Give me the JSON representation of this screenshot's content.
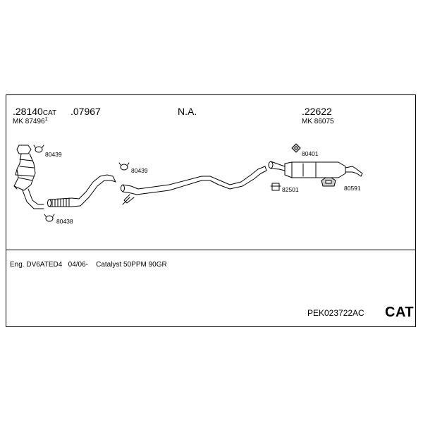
{
  "header": {
    "groups": [
      {
        "part": ".28140",
        "suffix": "CAT",
        "mk": "MK 87496",
        "mk_sup": "1"
      },
      {
        "part": ".07967"
      },
      {
        "part": "N.A."
      },
      {
        "part": ".22622",
        "mk": "MK 86075"
      }
    ]
  },
  "callouts": {
    "c1": "80439",
    "c2": "80439",
    "c3": "80438",
    "c4": "80401",
    "c5": "82501",
    "c6": "80591"
  },
  "footer": {
    "engine": "Eng. DV6ATED4",
    "date": "04/06-",
    "catalyst": "Catalyst 50PPM 90GR",
    "code": "PEK023722AC",
    "tag": "CAT"
  },
  "colors": {
    "line": "#000000",
    "fill": "#ffffff",
    "shade": "#cccccc"
  }
}
